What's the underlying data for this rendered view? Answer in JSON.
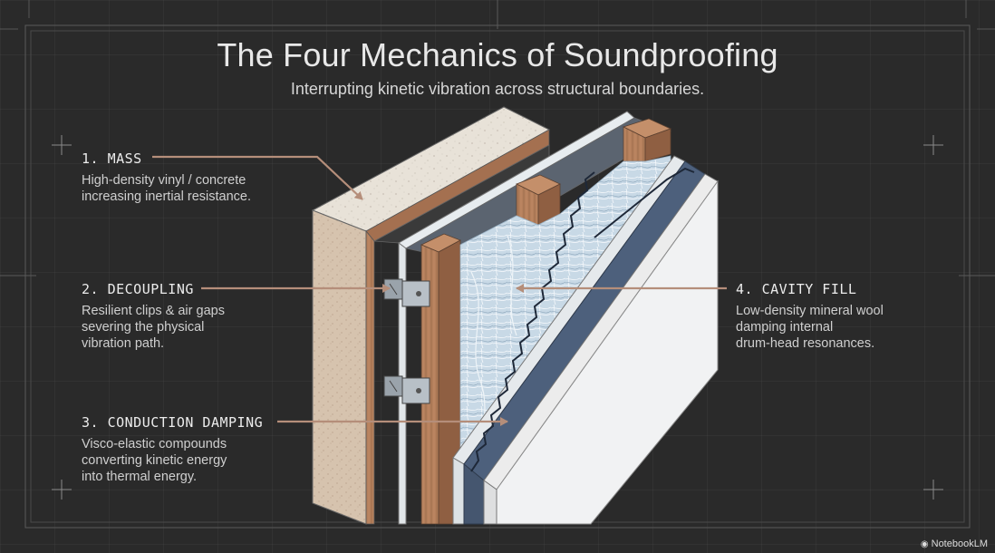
{
  "title": "The Four Mechanics of Soundproofing",
  "subtitle": "Interrupting kinetic vibration across structural boundaries.",
  "callouts": [
    {
      "heading": "1. MASS",
      "lines": [
        "High-density vinyl / concrete",
        "increasing inertial resistance."
      ]
    },
    {
      "heading": "2. DECOUPLING",
      "lines": [
        "Resilient clips & air gaps",
        "severing the physical",
        "vibration path."
      ]
    },
    {
      "heading": "3. CONDUCTION DAMPING",
      "lines": [
        "Visco-elastic compounds",
        "converting kinetic energy",
        "into thermal energy."
      ]
    },
    {
      "heading": "4. CAVITY FILL",
      "lines": [
        "Low-density mineral wool",
        "damping internal",
        "drum-head resonances."
      ]
    }
  ],
  "brand": {
    "label": "NotebookLM",
    "icon": "notebooklm-logo-icon"
  },
  "colors": {
    "background": "#2a2a2a",
    "arrow": "#b58e7a",
    "wood": "#b57f5b",
    "concrete": "#e9e3da",
    "damping": "#4d607c",
    "insulation": "#c9dbe8"
  }
}
